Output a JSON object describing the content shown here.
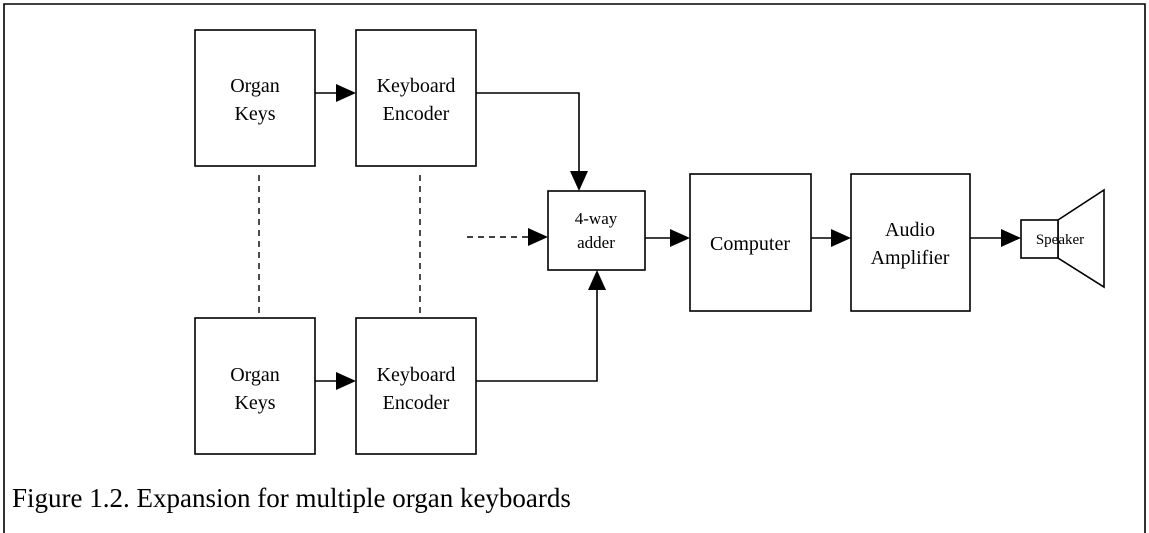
{
  "diagram": {
    "blocks": {
      "organ_keys_top": [
        "Organ",
        "Keys"
      ],
      "encoder_top": [
        "Keyboard",
        "Encoder"
      ],
      "organ_keys_bottom": [
        "Organ",
        "Keys"
      ],
      "encoder_bottom": [
        "Keyboard",
        "Encoder"
      ],
      "adder": [
        "4-way",
        "adder"
      ],
      "computer": [
        "Computer"
      ],
      "amplifier": [
        "Audio",
        "Amplifier"
      ],
      "speaker": [
        "Speaker"
      ]
    },
    "caption": "Figure 1.2. Expansion for multiple organ keyboards"
  }
}
